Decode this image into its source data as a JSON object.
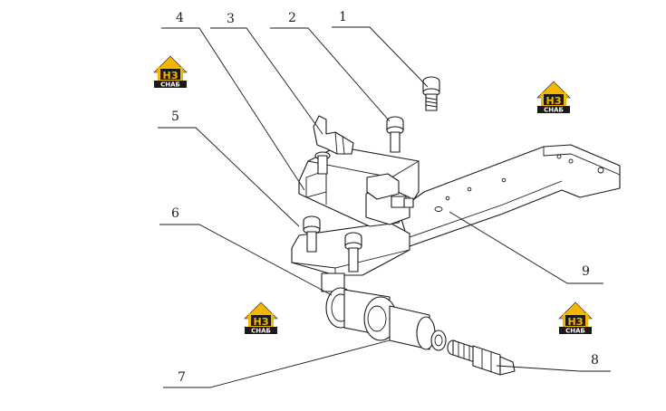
{
  "callouts": [
    {
      "id": "1",
      "text": "1"
    },
    {
      "id": "2",
      "text": "2"
    },
    {
      "id": "3",
      "text": "3"
    },
    {
      "id": "4",
      "text": "4"
    },
    {
      "id": "5",
      "text": "5"
    },
    {
      "id": "6",
      "text": "6"
    },
    {
      "id": "7",
      "text": "7"
    },
    {
      "id": "8",
      "text": "8"
    },
    {
      "id": "9",
      "text": "9"
    }
  ],
  "watermark": {
    "mark": "НЗ",
    "caption": "СНАБ",
    "colors": {
      "accent": "#f2b705",
      "dark": "#1a1a1a",
      "light": "#ffffff"
    }
  },
  "colors": {
    "line": "#1a1a1a",
    "background": "#ffffff"
  }
}
